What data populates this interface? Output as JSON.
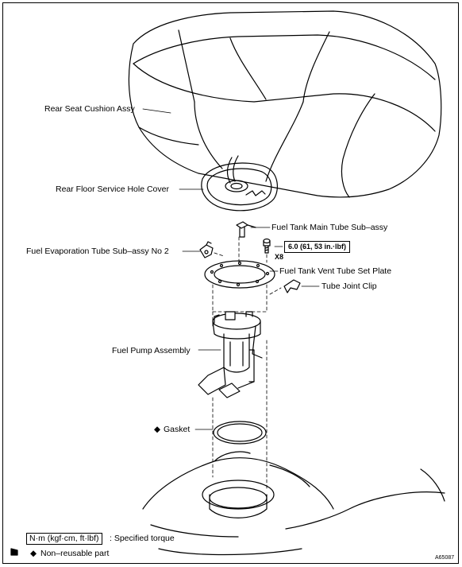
{
  "labels": {
    "seat_cushion": "Rear Seat Cushion Assy",
    "service_hole_cover": "Rear Floor Service Hole Cover",
    "main_tube": "Fuel Tank Main Tube Sub–assy",
    "evap_tube": "Fuel Evaporation Tube Sub–assy No 2",
    "vent_plate": "Fuel Tank Vent Tube Set Plate",
    "joint_clip": "Tube Joint Clip",
    "pump_assembly": "Fuel Pump Assembly",
    "gasket": "Gasket"
  },
  "torque": {
    "value": "6.0 (61, 53 in.·lbf)",
    "quantity": "X8"
  },
  "legend": {
    "torque_unit": "N·m (kgf·cm, ft·lbf)",
    "torque_text": ": Specified torque",
    "nonreusable_symbol": "◆",
    "nonreusable_text": "Non–reusable part",
    "gasket_symbol": "◆"
  },
  "figure_id": "A65087"
}
